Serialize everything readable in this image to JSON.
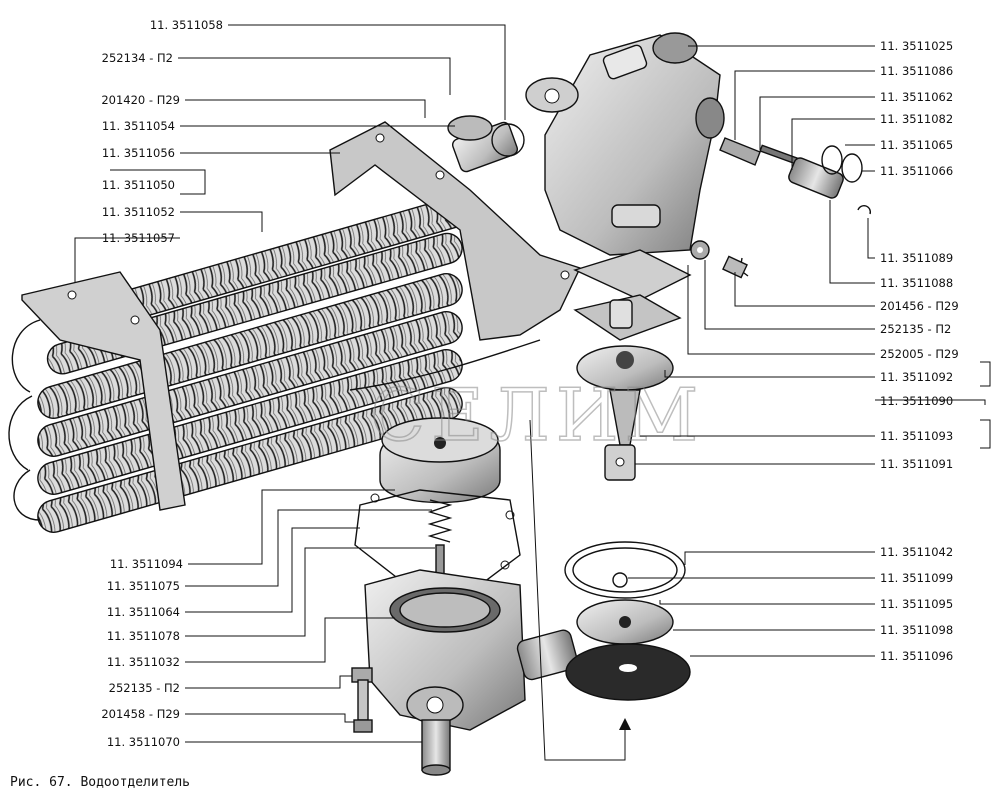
{
  "caption": "Рис. 67. Водоотделитель",
  "watermark": "СЕЛИМ",
  "labels_left": [
    "11. 3511058",
    "252134 - П2",
    "201420 - П29",
    "11. 3511054",
    "11. 3511056",
    "11. 3511050",
    "11. 3511052",
    "11. 3511057",
    "11. 3511094",
    "11. 3511075",
    "11. 3511064",
    "11. 3511078",
    "11. 3511032",
    "252135 - П2",
    "201458 - П29",
    "11. 3511070"
  ],
  "labels_right": [
    "11. 3511025",
    "11. 3511086",
    "11. 3511062",
    "11. 3511082",
    "11. 3511065",
    "11. 3511066",
    "11. 3511089",
    "11. 3511088",
    "201456 - П29",
    "252135 - П2",
    "252005 - П29",
    "11. 3511092",
    "11. 3511090",
    "11. 3511093",
    "11. 3511091",
    "11. 3511042",
    "11. 3511099",
    "11. 3511095",
    "11. 3511098",
    "11. 3511096"
  ]
}
